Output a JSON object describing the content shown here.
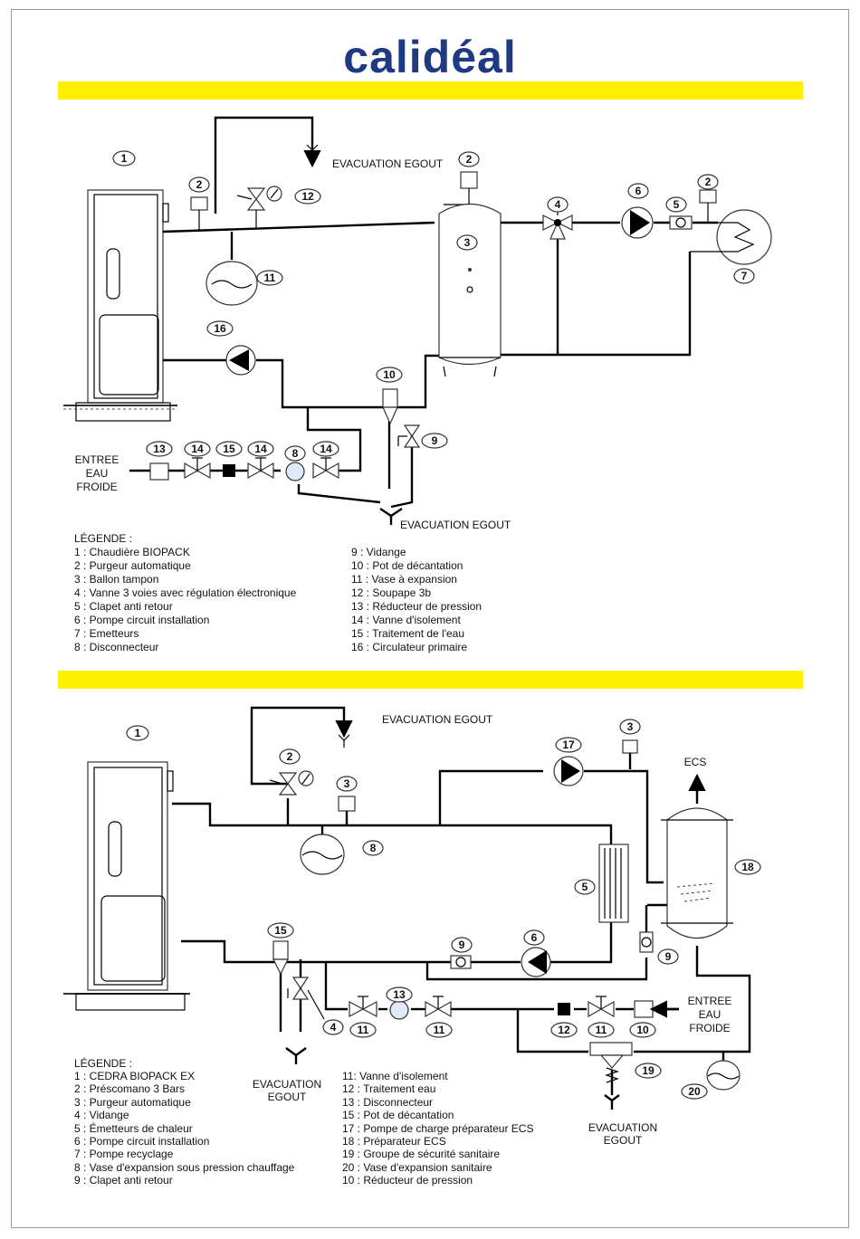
{
  "brand": {
    "logo_text": "calidéal",
    "accent_color": "#1d3a82",
    "band_color": "#ffef00",
    "dot_color": "#8cc63f"
  },
  "diagram1": {
    "labels": {
      "drain_top": "EVACUATION EGOUT",
      "drain_bottom": "EVACUATION EGOUT",
      "cold_water": [
        "ENTREE",
        "EAU",
        "FROIDE"
      ]
    },
    "numbers": [
      "1",
      "2",
      "2",
      "2",
      "3",
      "4",
      "5",
      "6",
      "7",
      "8",
      "9",
      "10",
      "11",
      "12",
      "13",
      "14",
      "14",
      "14",
      "15",
      "16"
    ],
    "legend_title": "LÉGENDE :",
    "legend_left": [
      "1 : Chaudière BIOPACK",
      "2 : Purgeur automatique",
      "3 : Ballon tampon",
      "4 : Vanne 3 voies avec régulation électronique",
      "5 : Clapet anti retour",
      "6 : Pompe circuit installation",
      "7 : Emetteurs",
      "8 : Disconnecteur"
    ],
    "legend_right": [
      "9 : Vidange",
      "10 : Pot de décantation",
      "11 : Vase à expansion",
      "12 : Soupape 3b",
      "13 : Réducteur de pression",
      "14 : Vanne d'isolement",
      "15 : Traitement de l'eau",
      "16 : Circulateur primaire"
    ]
  },
  "diagram2": {
    "labels": {
      "drain_top": "EVACUATION EGOUT",
      "drain_left": [
        "EVACUATION",
        "EGOUT"
      ],
      "drain_right": [
        "EVACUATION",
        "EGOUT"
      ],
      "ecs": "ECS",
      "cold_water": [
        "ENTREE",
        "EAU",
        "FROIDE"
      ]
    },
    "numbers": [
      "1",
      "2",
      "3",
      "3",
      "4",
      "5",
      "6",
      "8",
      "9",
      "9",
      "10",
      "11",
      "11",
      "11",
      "12",
      "13",
      "15",
      "17",
      "18",
      "19",
      "20"
    ],
    "legend_title": "LÉGENDE :",
    "legend_left": [
      "1 : CEDRA BIOPACK EX",
      "2 : Préscomano 3 Bars",
      "3 : Purgeur automatique",
      "4 : Vidange",
      "5 : Émetteurs de chaleur",
      "6 : Pompe circuit installation",
      "7 : Pompe recyclage",
      "8 : Vase d'expansion sous pression chauffage",
      "9 : Clapet anti retour"
    ],
    "legend_right": [
      "11: Vanne d'isolement",
      "12 : Traitement eau",
      "13 : Disconnecteur",
      "15 : Pot de décantation",
      "17 : Pompe de charge préparateur ECS",
      "18 : Préparateur ECS",
      "19 : Groupe de sécurité sanitaire",
      "20 : Vase d'expansion sanitaire",
      "10 : Réducteur de pression"
    ]
  }
}
